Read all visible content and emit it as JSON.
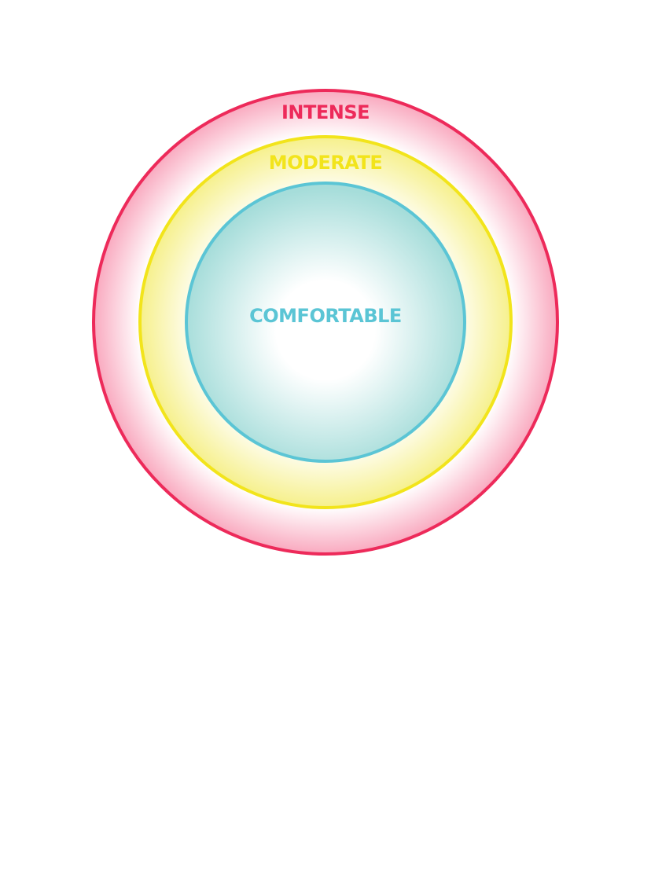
{
  "zones": {
    "outer": {
      "label": "INTENSE",
      "color": "#ED2A5A",
      "fill": "#F9A9BF"
    },
    "middle": {
      "label": "MODERATE",
      "color": "#F2E41B",
      "fill": "#F6F08C"
    },
    "inner": {
      "label": "COMFORTABLE",
      "color": "#5BC5D5",
      "fill": "#A6DDDA"
    }
  }
}
